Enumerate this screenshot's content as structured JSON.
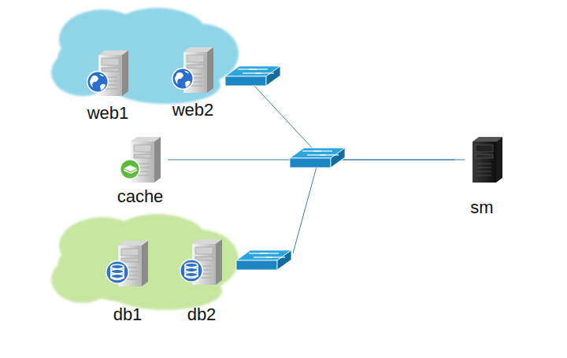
{
  "diagram": {
    "nodes": [
      {
        "text": [
          "web1"
        ]
      },
      {
        "text": [
          "web2"
        ]
      },
      {
        "text": [
          "cache"
        ]
      },
      {
        "text": [
          "db1"
        ]
      },
      {
        "text": [
          "db2"
        ]
      },
      {
        "text": [
          "sm"
        ]
      }
    ],
    "edges": [
      {
        "from": 2,
        "to": 5,
        "arrow": "none"
      }
    ]
  }
}
